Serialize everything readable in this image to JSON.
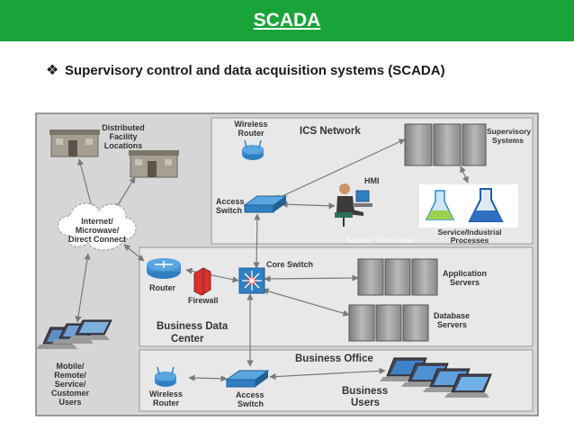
{
  "header": {
    "title": "SCADA",
    "bullet": "❖",
    "subtitle": "Supervisory control and data acquisition systems (SCADA)"
  },
  "colors": {
    "banner": "#19a43a",
    "zone_fill": "#e6e6e6",
    "outer_fill": "#d6d6d6",
    "connector": "#8a8a8a",
    "network_device": "#2f7fc1",
    "firewall": "#d8332e"
  },
  "diagram": {
    "distributed_facility": [
      "Distributed",
      "Facility",
      "Locations"
    ],
    "internet_cloud": [
      "Internet/",
      "Microwave/",
      "Direct Connect"
    ],
    "mobile_users": [
      "Mobile/",
      "Remote/",
      "Service/",
      "Customer",
      "Users"
    ],
    "ics_network": {
      "title": "ICS Network",
      "wireless_router": [
        "Wireless",
        "Router"
      ],
      "access_switch": [
        "Access",
        "Switch"
      ],
      "hmi": "HMI",
      "supervisory_systems": [
        "Supervisory",
        "Systems"
      ],
      "service_processes": [
        "Service/Industrial",
        "Processes"
      ],
      "source": "Source: Tom Olzak"
    },
    "business_data_center": {
      "title": [
        "Business Data",
        "Center"
      ],
      "router": "Router",
      "firewall": "Firewall",
      "core_switch": "Core Switch",
      "application_servers": [
        "Application",
        "Servers"
      ],
      "database_servers": [
        "Database",
        "Servers"
      ]
    },
    "business_office": {
      "title": "Business Office",
      "wireless_router": [
        "Wireless",
        "Router"
      ],
      "access_switch": [
        "Access",
        "Switch"
      ],
      "business_users": [
        "Business",
        "Users"
      ]
    }
  }
}
